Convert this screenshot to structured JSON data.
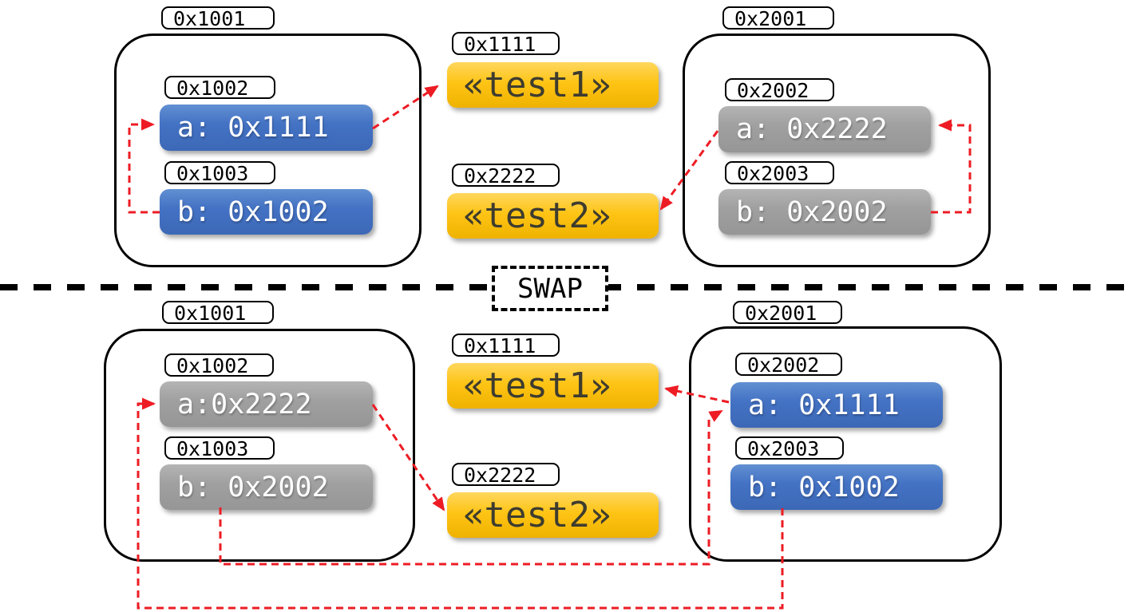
{
  "divider": {
    "label": "SWAP"
  },
  "colors": {
    "slot_blue": "#4472c4",
    "slot_gray": "#9e9e9e",
    "string_yellow": "#fec415",
    "arrow_red": "#ed1c24",
    "outline_black": "#000000"
  },
  "top": {
    "left": {
      "frame": "0x1001",
      "slots": [
        {
          "addr": "0x1002",
          "value": "a: 0x1111"
        },
        {
          "addr": "0x1003",
          "value": "b: 0x1002"
        }
      ]
    },
    "strings": [
      {
        "addr": "0x1111",
        "value": "«test1»"
      },
      {
        "addr": "0x2222",
        "value": "«test2»"
      }
    ],
    "right": {
      "frame": "0x2001",
      "slots": [
        {
          "addr": "0x2002",
          "value": "a: 0x2222"
        },
        {
          "addr": "0x2003",
          "value": "b: 0x2002"
        }
      ]
    }
  },
  "bottom": {
    "left": {
      "frame": "0x1001",
      "slots": [
        {
          "addr": "0x1002",
          "value": "a:0x2222"
        },
        {
          "addr": "0x1003",
          "value": "b: 0x2002"
        }
      ]
    },
    "strings": [
      {
        "addr": "0x1111",
        "value": "«test1»"
      },
      {
        "addr": "0x2222",
        "value": "«test2»"
      }
    ],
    "right": {
      "frame": "0x2001",
      "slots": [
        {
          "addr": "0x2002",
          "value": "a: 0x1111"
        },
        {
          "addr": "0x2003",
          "value": "b: 0x1002"
        }
      ]
    }
  }
}
